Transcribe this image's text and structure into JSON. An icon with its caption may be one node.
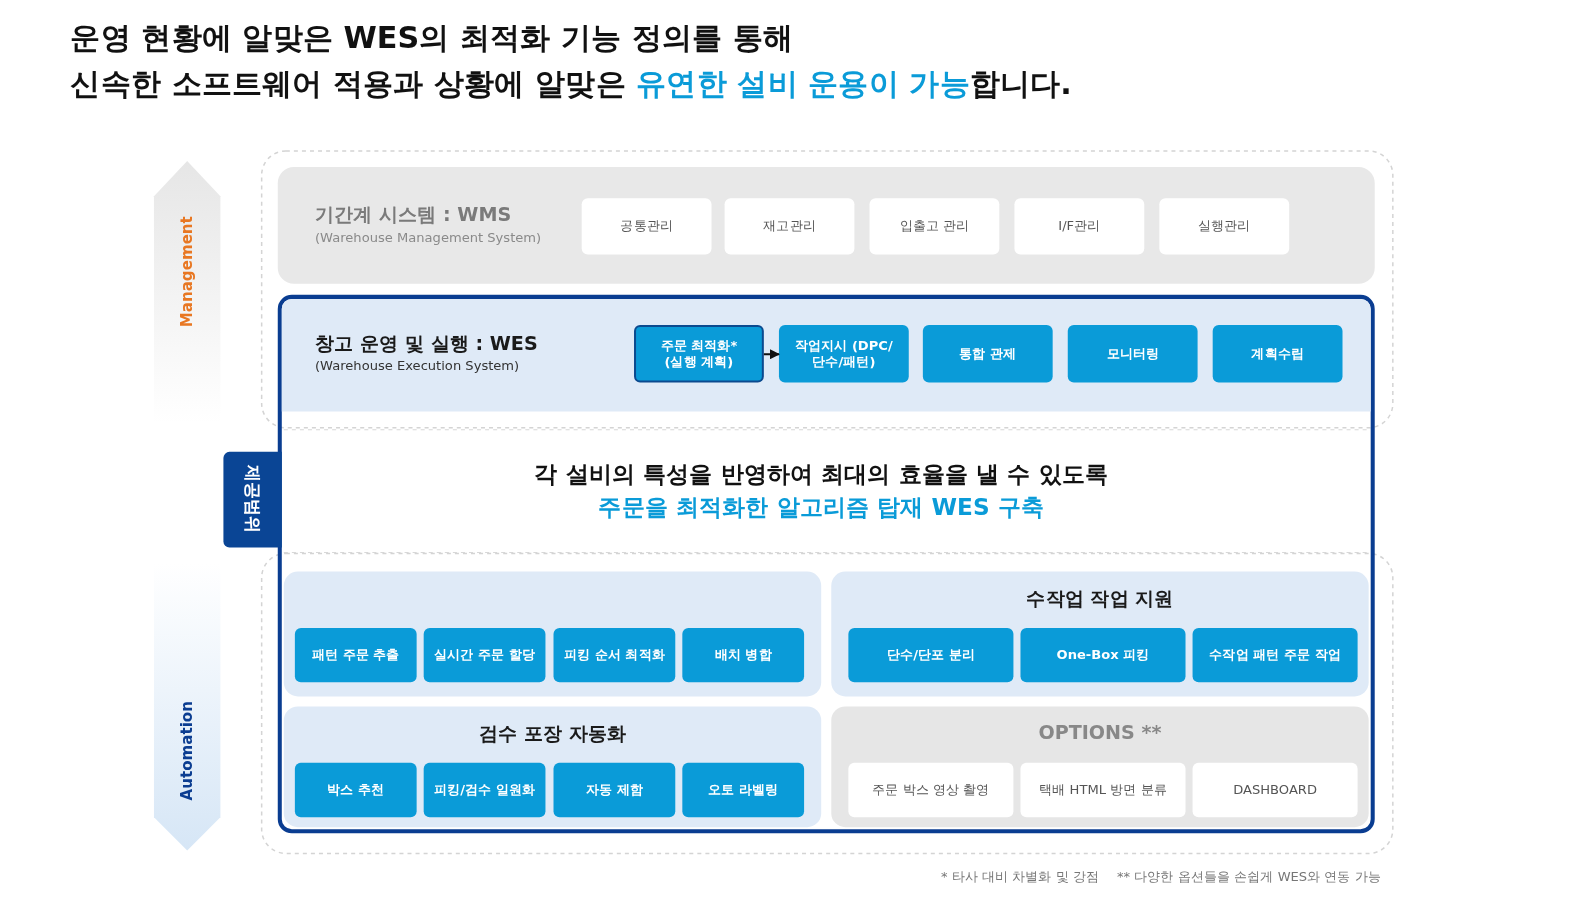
{
  "diagram": {
    "title": "운영 현황에 알맞은 WES의 최적화 기능 정의를 통해",
    "nodes": [
      {
        "text": [
          "기간계 시스템 : WMS",
          "(Warehouse Management System)"
        ]
      },
      {
        "text": [
          "공통관리"
        ],
        "in": 0
      },
      {
        "text": [
          "재고관리"
        ],
        "in": 0
      },
      {
        "text": [
          "입출고 관리"
        ],
        "in": 0
      },
      {
        "text": [
          "I/F관리"
        ],
        "in": 0
      },
      {
        "text": [
          "실행관리"
        ],
        "in": 0
      },
      {
        "text": [],
        "shape": "box"
      },
      {
        "text": [
          "창고 운영 및 실행 : WES",
          "(Warehouse Execution System)"
        ],
        "in": 6
      },
      {
        "text": [
          "주문 최적화* (실행 계획)"
        ],
        "in": 7
      },
      {
        "text": [
          "작업지시 (DPC/단수/패턴)"
        ],
        "in": 7
      },
      {
        "text": [
          "통합 관제"
        ],
        "in": 7
      },
      {
        "text": [
          "모니터링"
        ],
        "in": 7
      },
      {
        "text": [
          "계획수립"
        ],
        "in": 7
      },
      {
        "text": [],
        "shape": "box",
        "in": 6
      },
      {
        "text": [
          "패턴 주문 추출"
        ],
        "in": 13
      },
      {
        "text": [
          "실시간 주문 할당"
        ],
        "in": 13
      },
      {
        "text": [
          "피킹 순서 최적화"
        ],
        "in": 13
      },
      {
        "text": [
          "배치 병합"
        ],
        "in": 13
      },
      {
        "text": [
          "수작업 작업 지원"
        ],
        "in": 6
      },
      {
        "text": [
          "단수/단포 분리"
        ],
        "in": 18
      },
      {
        "text": [
          "One-Box 피킹"
        ],
        "in": 18
      },
      {
        "text": [
          "수작업 패턴 주문 작업"
        ],
        "in": 18
      },
      {
        "text": [
          "검수 포장 자동화"
        ],
        "in": 6
      },
      {
        "text": [
          "박스 추천"
        ],
        "in": 22
      },
      {
        "text": [
          "피킹/검수 일원화"
        ],
        "in": 22
      },
      {
        "text": [
          "자동 제함"
        ],
        "in": 22
      },
      {
        "text": [
          "오토 라벨링"
        ],
        "in": 22
      },
      {
        "text": [
          "OPTIONS **"
        ],
        "in": 6
      },
      {
        "text": [
          "주문 박스 영상 촬영"
        ],
        "in": 27
      },
      {
        "text": [
          "택배 HTML 방면 분류"
        ],
        "in": 27
      },
      {
        "text": [
          "DASHBOARD"
        ],
        "in": 27
      }
    ],
    "edges": [
      {
        "from": 8,
        "to": 9,
        "arrow": "to"
      }
    ],
    "labels": [
      "신속한 소프트웨어 적용과 상황에 알맞은 **유연한 설비 운용이 가능**합니다.",
      "각 설비의 특성을 반영하여 최대의 효율을 낼 수 있도록",
      "주문을 최적화한 알고리즘 탑재 WES 구축",
      "Management",
      "Automation",
      "제공범위",
      "* 타사 대비 차별화 및 강점",
      "** 다양한 옵션들을 손쉽게 WES와 연동 가능"
    ]
  }
}
